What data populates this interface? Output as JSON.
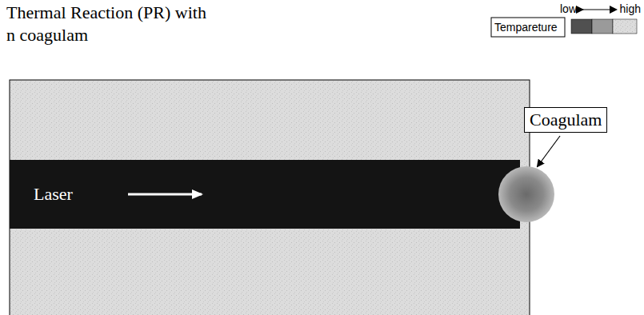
{
  "diagram": {
    "title": "Thermal Reaction (PR) with n coagulam",
    "nodes": [
      {
        "text": [
          "Laser"
        ]
      },
      {
        "text": [
          "Coagulam"
        ]
      }
    ],
    "labels": [
      "low",
      "high",
      "Tempareture"
    ]
  }
}
